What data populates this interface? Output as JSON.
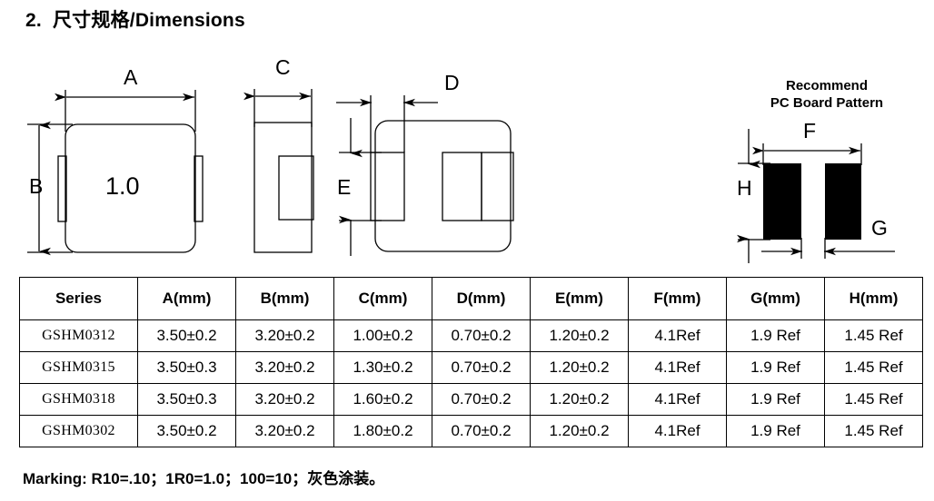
{
  "heading": "2.  尺寸规格/Dimensions",
  "drawings": {
    "top_view": {
      "name": "top-view",
      "body_marking": "1.0",
      "dim_a": "A",
      "dim_b": "B"
    },
    "side_view": {
      "name": "side-view",
      "dim_c": "C"
    },
    "bottom_view": {
      "name": "bottom-view",
      "dim_d": "D",
      "dim_e": "E"
    },
    "pcb_pattern": {
      "name": "pcb-pattern",
      "title": "Recommend\nPC Board Pattern",
      "dim_f": "F",
      "dim_g": "G",
      "dim_h": "H",
      "pad_color": "#000000"
    }
  },
  "table": {
    "columns": [
      "Series",
      "A(mm)",
      "B(mm)",
      "C(mm)",
      "D(mm)",
      "E(mm)",
      "F(mm)",
      "G(mm)",
      "H(mm)"
    ],
    "rows": [
      {
        "series": "GSHM0312",
        "a": "3.50±0.2",
        "b": "3.20±0.2",
        "c": "1.00±0.2",
        "d": "0.70±0.2",
        "e": "1.20±0.2",
        "f": "4.1Ref",
        "g": "1.9 Ref",
        "h": "1.45 Ref"
      },
      {
        "series": "GSHM0315",
        "a": "3.50±0.3",
        "b": "3.20±0.2",
        "c": "1.30±0.2",
        "d": "0.70±0.2",
        "e": "1.20±0.2",
        "f": "4.1Ref",
        "g": "1.9 Ref",
        "h": "1.45 Ref"
      },
      {
        "series": "GSHM0318",
        "a": "3.50±0.3",
        "b": "3.20±0.2",
        "c": "1.60±0.2",
        "d": "0.70±0.2",
        "e": "1.20±0.2",
        "f": "4.1Ref",
        "g": "1.9 Ref",
        "h": "1.45 Ref"
      },
      {
        "series": "GSHM0302",
        "a": "3.50±0.2",
        "b": "3.20±0.2",
        "c": "1.80±0.2",
        "d": "0.70±0.2",
        "e": "1.20±0.2",
        "f": "4.1Ref",
        "g": "1.9 Ref",
        "h": "1.45 Ref"
      }
    ]
  },
  "marking_note": "Marking: R10=.10；1R0=1.0；100=10；灰色涂装。"
}
